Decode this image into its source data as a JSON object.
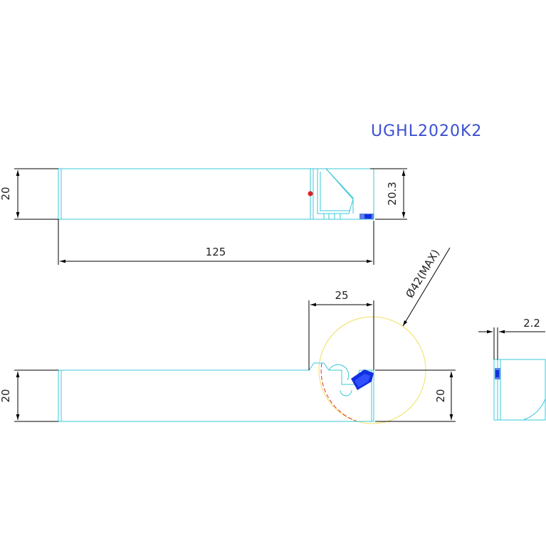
{
  "drawing": {
    "model": "UGHL2020K2",
    "dimensions": {
      "top_height": "20",
      "top_length": "125",
      "top_head_height": "20.3",
      "head_offset": "25",
      "diameter": "Ø42(MAX)",
      "bottom_height_left": "20",
      "bottom_height_right": "20",
      "insert_width": "2.2"
    },
    "colors": {
      "body_outline": "#38c8d8",
      "dimension": "#000000",
      "insert": "#1030e0",
      "circle": "#f0e060",
      "arc": "#e03030",
      "title": "#3a4fd0"
    }
  }
}
